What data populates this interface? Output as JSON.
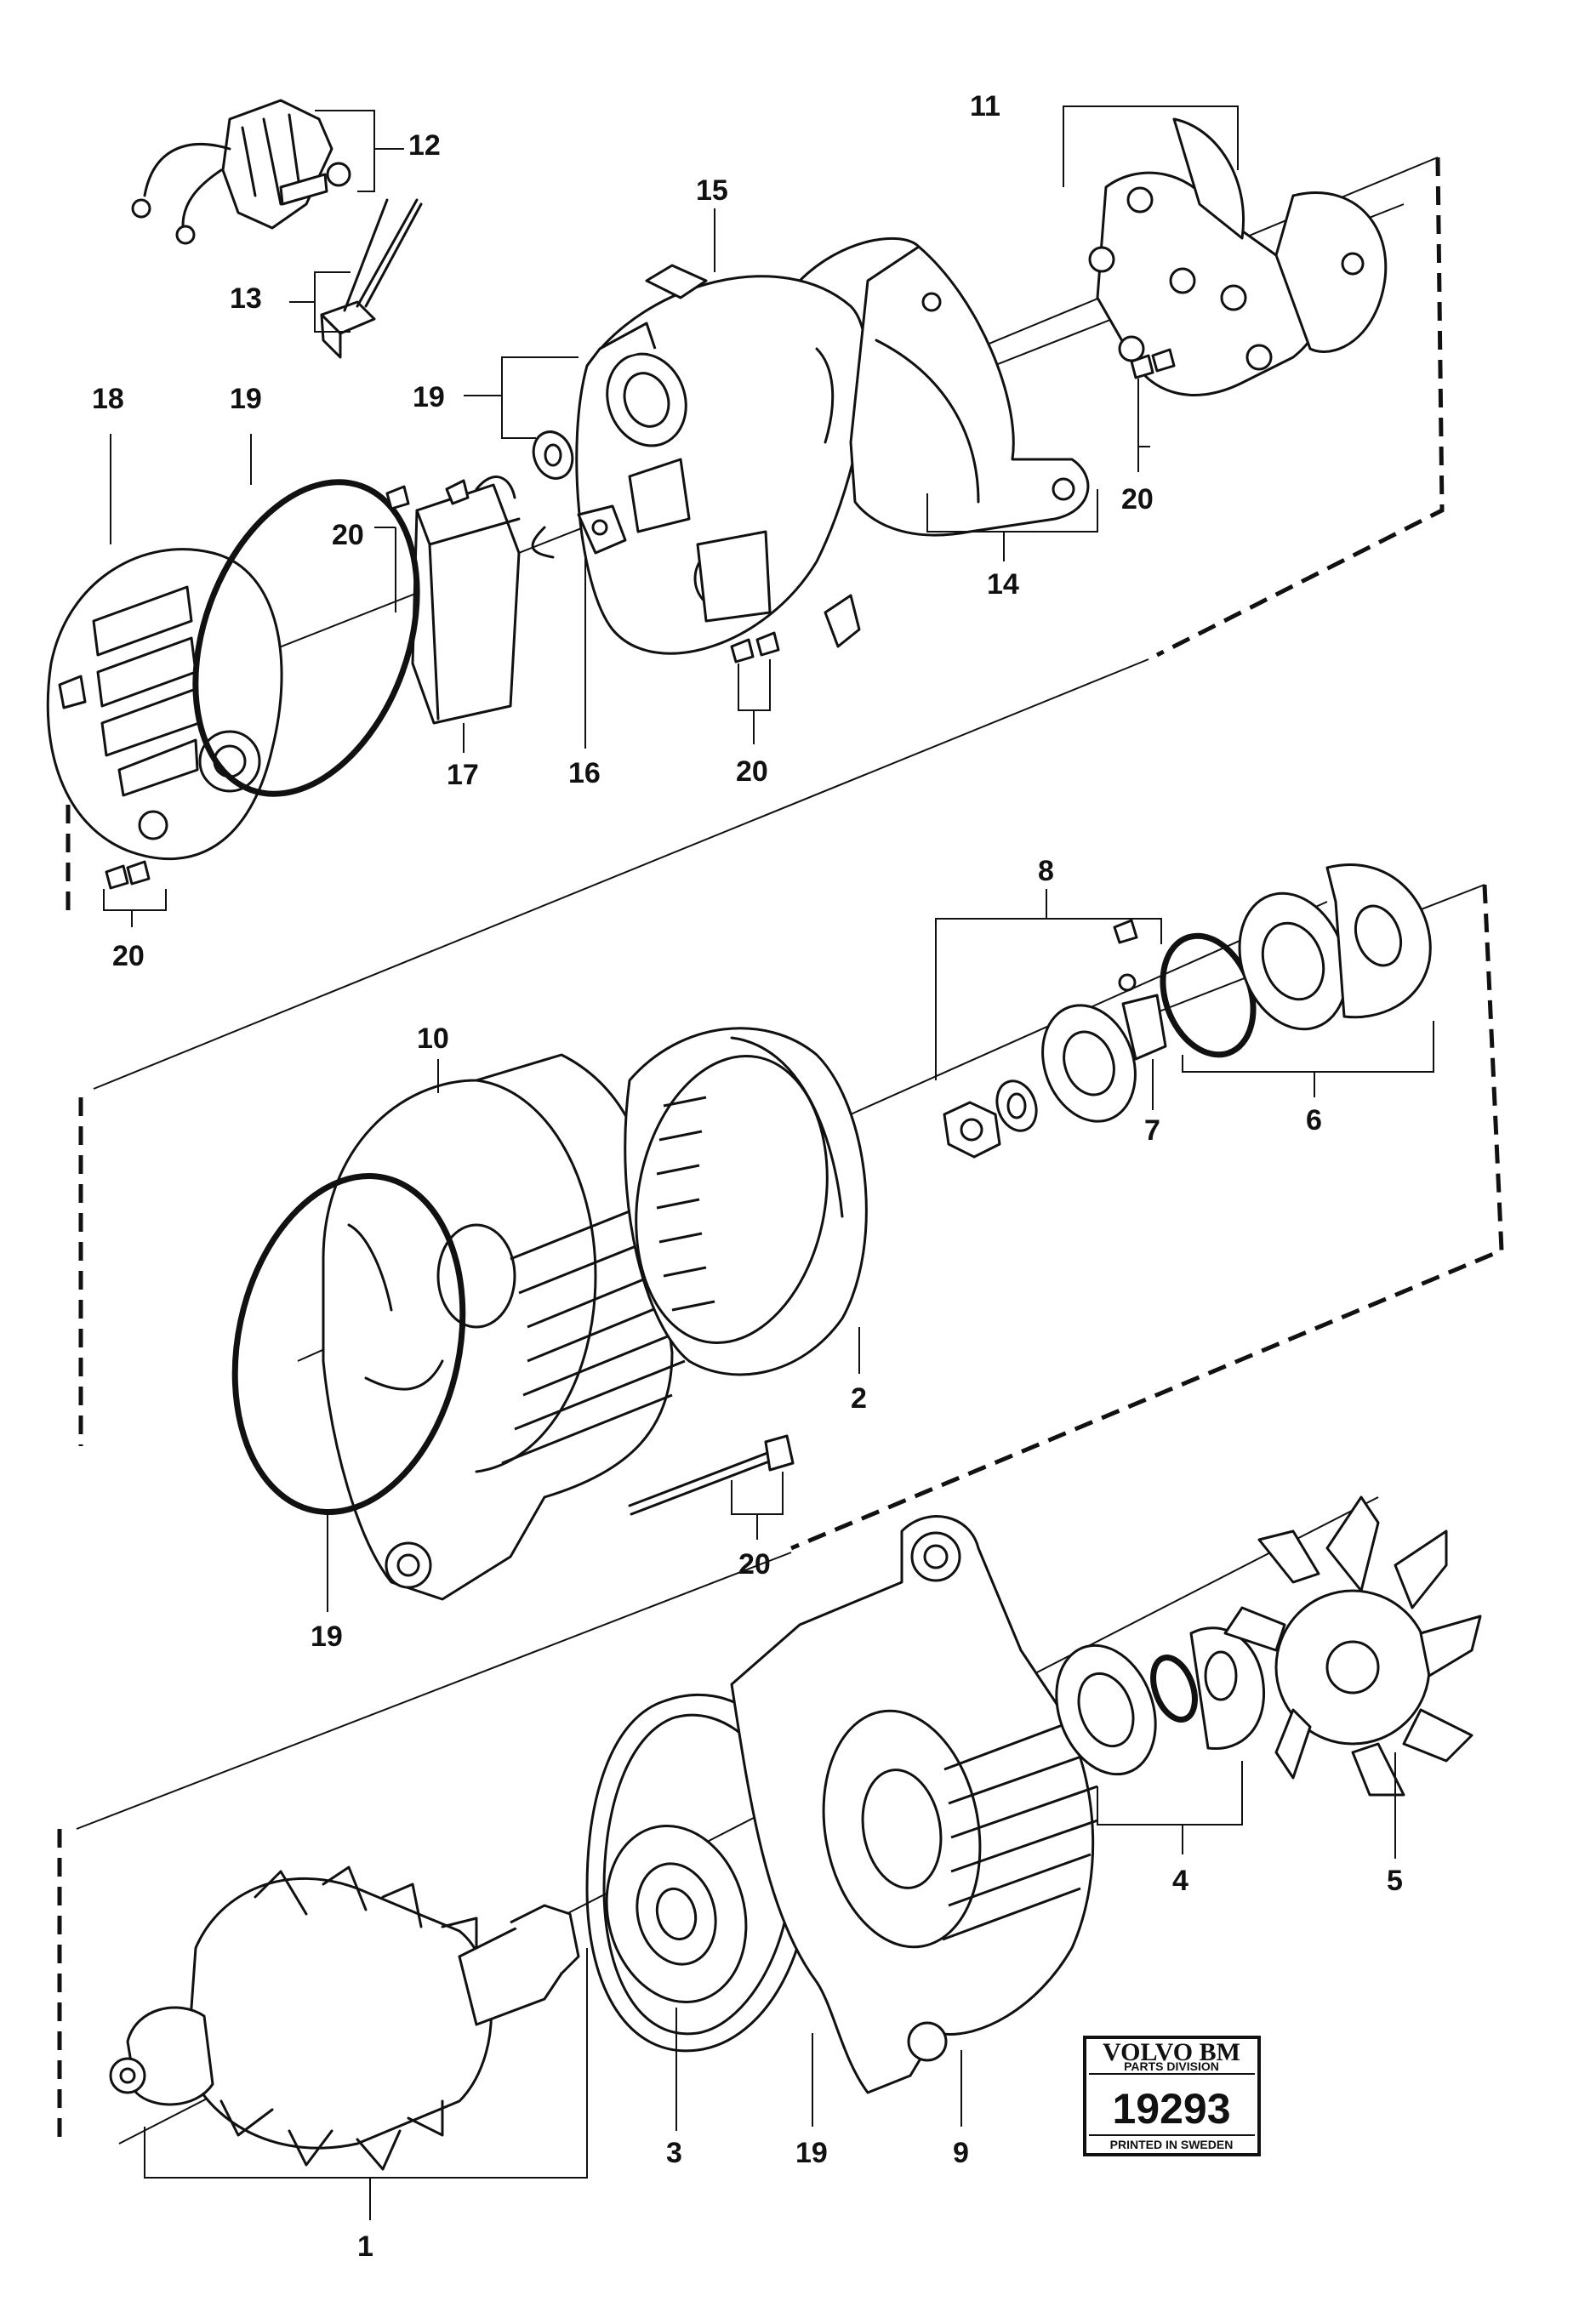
{
  "callouts": [
    {
      "id": "c1",
      "text": "1"
    },
    {
      "id": "c2",
      "text": "2"
    },
    {
      "id": "c3",
      "text": "3"
    },
    {
      "id": "c4",
      "text": "4"
    },
    {
      "id": "c5",
      "text": "5"
    },
    {
      "id": "c6",
      "text": "6"
    },
    {
      "id": "c7",
      "text": "7"
    },
    {
      "id": "c8",
      "text": "8"
    },
    {
      "id": "c9",
      "text": "9"
    },
    {
      "id": "c10",
      "text": "10"
    },
    {
      "id": "c11",
      "text": "11"
    },
    {
      "id": "c12",
      "text": "12"
    },
    {
      "id": "c13",
      "text": "13"
    },
    {
      "id": "c14",
      "text": "14"
    },
    {
      "id": "c15",
      "text": "15"
    },
    {
      "id": "c16",
      "text": "16"
    },
    {
      "id": "c17",
      "text": "17"
    },
    {
      "id": "c18",
      "text": "18"
    },
    {
      "id": "c19a",
      "text": "19"
    },
    {
      "id": "c19b",
      "text": "19"
    },
    {
      "id": "c19c",
      "text": "19"
    },
    {
      "id": "c19d",
      "text": "19"
    },
    {
      "id": "c20a",
      "text": "20"
    },
    {
      "id": "c20b",
      "text": "20"
    },
    {
      "id": "c20c",
      "text": "20"
    },
    {
      "id": "c20d",
      "text": "20"
    },
    {
      "id": "c20e",
      "text": "20"
    }
  ],
  "stamp": {
    "brand": "VOLVO BM",
    "division": "PARTS DIVISION",
    "number": "19293",
    "printed": "PRINTED IN SWEDEN"
  }
}
